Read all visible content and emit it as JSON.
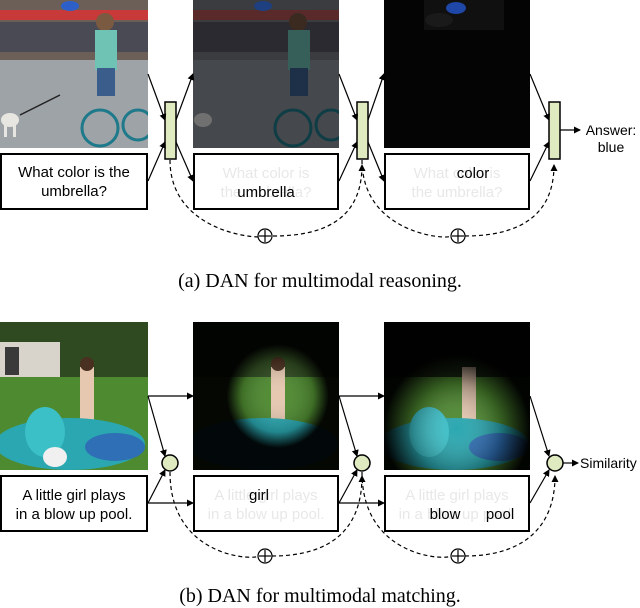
{
  "vqa": {
    "question": "What color is the umbrella?",
    "ghost_line1": "What color is",
    "ghost_line2": "the umbrella?",
    "step1_word": "umbrella",
    "step2_word": "color",
    "answer_label": "Answer:",
    "answer_value": "blue",
    "caption": "(a) DAN for multimodal reasoning."
  },
  "matching": {
    "sentence_line1": "A little girl plays",
    "sentence_line2": "in a blow up pool.",
    "step1_word": "girl",
    "step2_word_a": "blow",
    "step2_word_b": "pool",
    "output_label": "Similarity",
    "caption": "(b) DAN for multimodal matching."
  },
  "symbols": {
    "sum": "⊕"
  },
  "colors": {
    "node_fill": "#dfeac0",
    "stroke": "#000000"
  }
}
